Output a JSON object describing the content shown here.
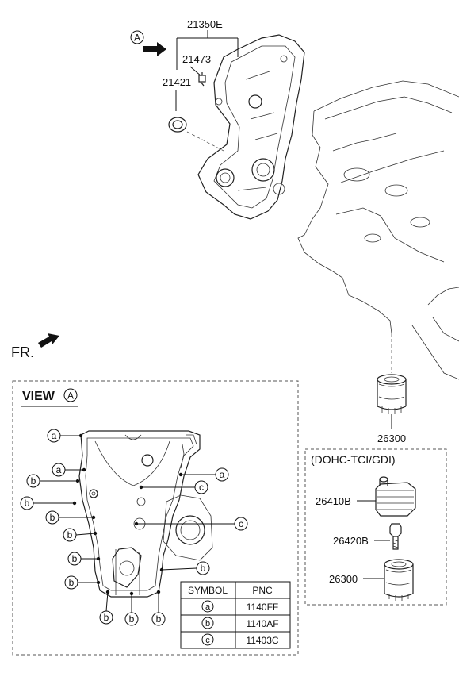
{
  "top_section": {
    "callout_top": "21350E",
    "callout_a": "21473",
    "callout_b": "21421",
    "view_marker": "A",
    "fr_label": "FR.",
    "filter_label": "26300"
  },
  "view_box": {
    "title": "VIEW",
    "title_marker": "A",
    "bolt_callouts": [
      "a",
      "a",
      "b",
      "b",
      "b",
      "b",
      "b",
      "b",
      "c",
      "a",
      "c",
      "b",
      "b",
      "b",
      "b"
    ]
  },
  "symbol_table": {
    "header_symbol": "SYMBOL",
    "header_pnc": "PNC",
    "rows": [
      {
        "symbol": "a",
        "pnc": "1140FF"
      },
      {
        "symbol": "b",
        "pnc": "1140AF"
      },
      {
        "symbol": "c",
        "pnc": "11403C"
      }
    ]
  },
  "dohc_box": {
    "title": "(DOHC-TCI/GDI)",
    "label_cooler": "26410B",
    "label_bolt": "26420B",
    "label_filter": "26300"
  }
}
